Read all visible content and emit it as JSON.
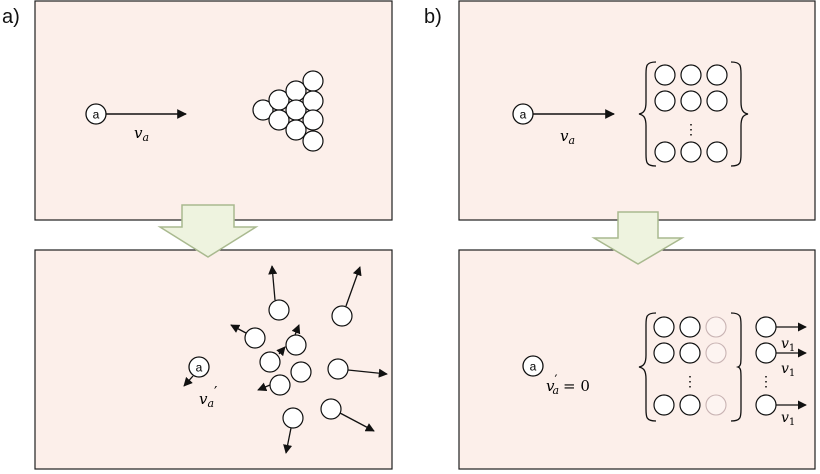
{
  "panels": {
    "a": {
      "label": "a)"
    },
    "b": {
      "label": "b)"
    }
  },
  "labels": {
    "ball": "a",
    "va_main": "v",
    "va_sub": "a",
    "va_prime_main": "v",
    "va_prime_sub": "a",
    "va_prime_mark": "′",
    "va_b_prime_rest": "= 0",
    "v1_main": "v",
    "v1_sub": "1",
    "vdots": "⋮"
  },
  "colors": {
    "panel_fill": "#fcefea",
    "panel_border": "#1f1f1f",
    "arrow_fill": "#eef3df",
    "arrow_border": "#a9b98f",
    "ghost_ball": "#c9b4b4"
  }
}
